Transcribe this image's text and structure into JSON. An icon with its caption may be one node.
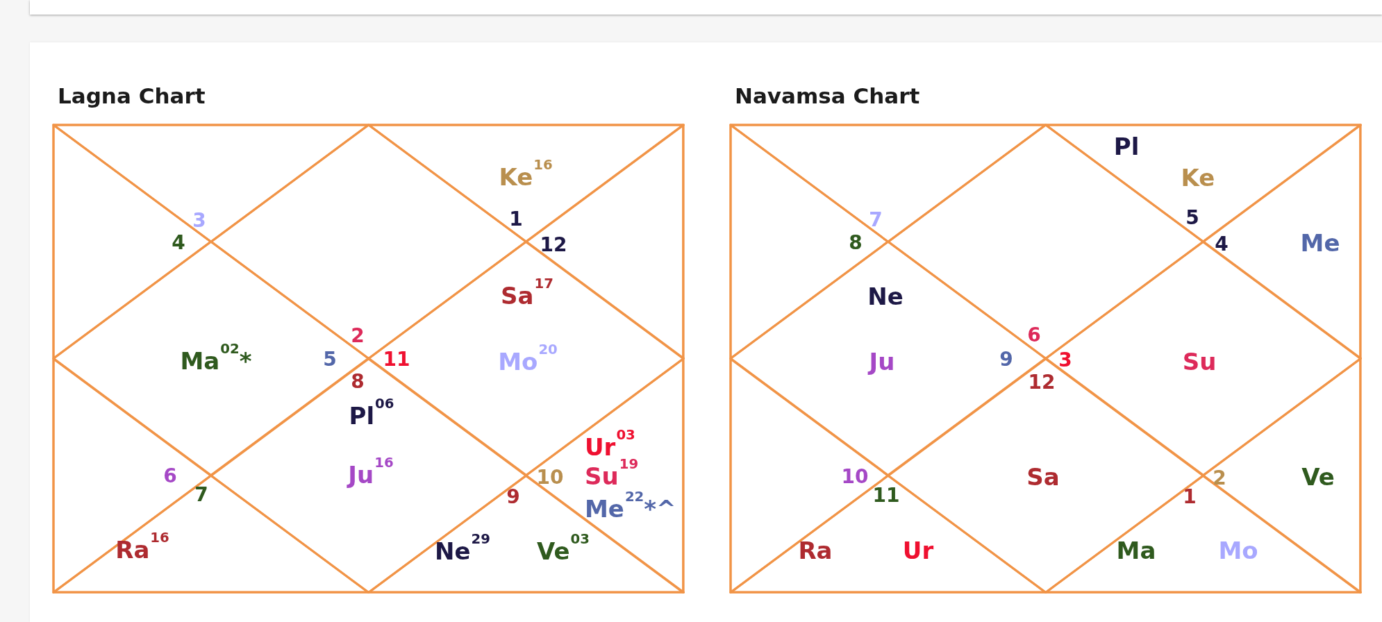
{
  "diagram": {
    "nodes": [
      {
        "text": [
          "Lagna Chart"
        ]
      },
      {
        "text": [
          "2"
        ],
        "in": 0
      },
      {
        "text": [
          "3"
        ],
        "in": 0
      },
      {
        "text": [
          "4"
        ],
        "in": 0
      },
      {
        "text": [
          "Ma$^{02}$*",
          "5"
        ],
        "in": 0
      },
      {
        "text": [
          "6"
        ],
        "in": 0
      },
      {
        "text": [
          "7",
          "Ra$^{16}$"
        ],
        "in": 0
      },
      {
        "text": [
          "8",
          "Pl$^{06}$",
          "Ju$^{16}$"
        ],
        "in": 0
      },
      {
        "text": [
          "9",
          "Ne$^{29}$",
          "Ve$^{03}$"
        ],
        "in": 0
      },
      {
        "text": [
          "Ur$^{03}$",
          "10",
          "Su$^{19}$",
          "Me$^{22}$*^"
        ],
        "in": 0
      },
      {
        "text": [
          "Sa$^{17}$",
          "11",
          "Mo$^{20}$"
        ],
        "in": 0
      },
      {
        "text": [
          "12"
        ],
        "in": 0
      },
      {
        "text": [
          "Ke$^{16}$",
          "1"
        ],
        "in": 0
      },
      {
        "text": [
          "Navamsa Chart"
        ]
      },
      {
        "text": [
          "6"
        ],
        "in": 13
      },
      {
        "text": [
          "7"
        ],
        "in": 13
      },
      {
        "text": [
          "8"
        ],
        "in": 13
      },
      {
        "text": [
          "Ne",
          "Ju",
          "9"
        ],
        "in": 13
      },
      {
        "text": [
          "10"
        ],
        "in": 13
      },
      {
        "text": [
          "11",
          "Ra",
          "Ur"
        ],
        "in": 13
      },
      {
        "text": [
          "12",
          "Sa"
        ],
        "in": 13
      },
      {
        "text": [
          "1",
          "Ma",
          "Mo"
        ],
        "in": 13
      },
      {
        "text": [
          "2",
          "Ve"
        ],
        "in": 13
      },
      {
        "text": [
          "3",
          "Su"
        ],
        "in": 13
      },
      {
        "text": [
          "4",
          "Me"
        ],
        "in": 13
      },
      {
        "text": [
          "Pl",
          "Ke",
          "5"
        ],
        "in": 13
      }
    ]
  }
}
